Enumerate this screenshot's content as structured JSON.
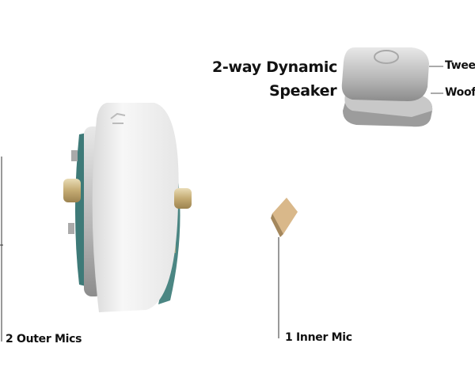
{
  "labels": {
    "speaker_line1": "2-way Dynamic",
    "speaker_line2": "Speaker",
    "tweeter": "Twee",
    "woofer": "Woof",
    "outer_mics": "2 Outer Mics",
    "inner_mic": "1 Inner Mic"
  }
}
